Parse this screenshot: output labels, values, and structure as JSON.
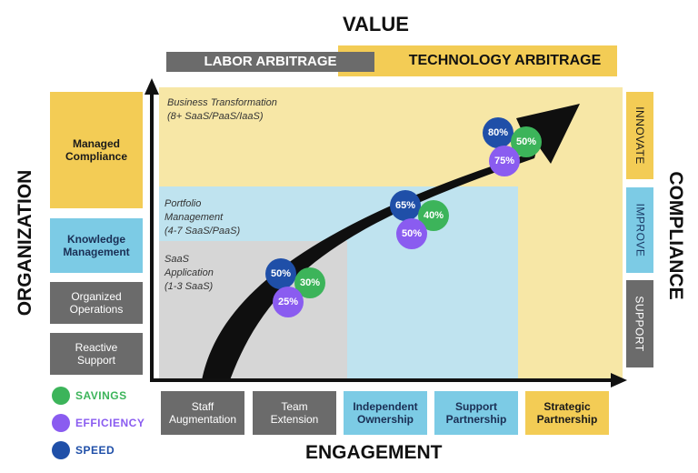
{
  "headers": {
    "value": "VALUE",
    "engagement": "ENGAGEMENT",
    "organization": "ORGANIZATION",
    "compliance": "COMPLIANCE"
  },
  "top_bands": {
    "labor": "LABOR ARBITRAGE",
    "technology": "TECHNOLOGY ARBITRAGE"
  },
  "left_boxes": [
    "Managed Compliance",
    "Knowledge Management",
    "Organized Operations",
    "Reactive Support"
  ],
  "right_boxes": [
    "INNOVATE",
    "IMPROVE",
    "SUPPORT"
  ],
  "bottom_boxes": [
    "Staff Augmentation",
    "Team Extension",
    "Independent Ownership",
    "Support Partnership",
    "Strategic Partnership"
  ],
  "zones": {
    "business": {
      "title": "Business Transformation",
      "sub": "(8+ SaaS/PaaS/IaaS)"
    },
    "portfolio": {
      "title": "Portfolio",
      "title2": "Management",
      "sub": "(4-7 SaaS/PaaS)"
    },
    "saas": {
      "title": "SaaS",
      "title2": "Application",
      "sub": "(1-3 SaaS)"
    }
  },
  "bubbles": {
    "g1": {
      "speed": "50%",
      "savings": "30%",
      "efficiency": "25%"
    },
    "g2": {
      "speed": "65%",
      "savings": "40%",
      "efficiency": "50%"
    },
    "g3": {
      "speed": "80%",
      "savings": "50%",
      "efficiency": "75%"
    }
  },
  "legend": {
    "savings": "SAVINGS",
    "efficiency": "EFFICIENCY",
    "speed": "SPEED"
  },
  "colors": {
    "yellow": "#f3cc55",
    "pale_yellow": "#f7e7a6",
    "light_blue": "#bfe3ef",
    "light_grey": "#d6d6d6",
    "grey": "#6b6b6b",
    "savings": "#3cb45a",
    "efficiency": "#8a5cf0",
    "speed": "#1f4fa8"
  }
}
